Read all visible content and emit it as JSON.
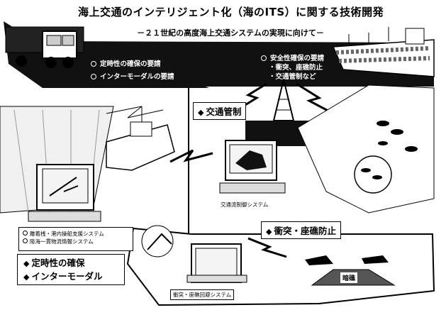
{
  "title": "海上交通のインテリジェント化（海のITS）に関する技術開発",
  "subtitle": "－２１世紀の高度海上交通システムの実現に向けて－",
  "band": {
    "left": [
      "定時性の確保の要請",
      "インターモーダルの要請"
    ],
    "right": [
      "安全性確保の要請",
      "・衝突、座礁防止",
      "・交通管制など"
    ]
  },
  "labels": {
    "traffic_control": "交通管制",
    "collision": "衝突・座礁防止",
    "reef": "暗礁"
  },
  "captions": {
    "traffic_system": "交通流制御システム",
    "avoidance_system": "衝突・座礁回避システム"
  },
  "left_panel": {
    "legend": [
      "離着桟・港内操船支援システム",
      "陸海一貫物流情報システム"
    ],
    "items": [
      "定時性の確保",
      "インターモーダル"
    ]
  },
  "icons": [
    "truck-icon",
    "ship-icon",
    "radar-tower-icon",
    "computer-icon"
  ]
}
